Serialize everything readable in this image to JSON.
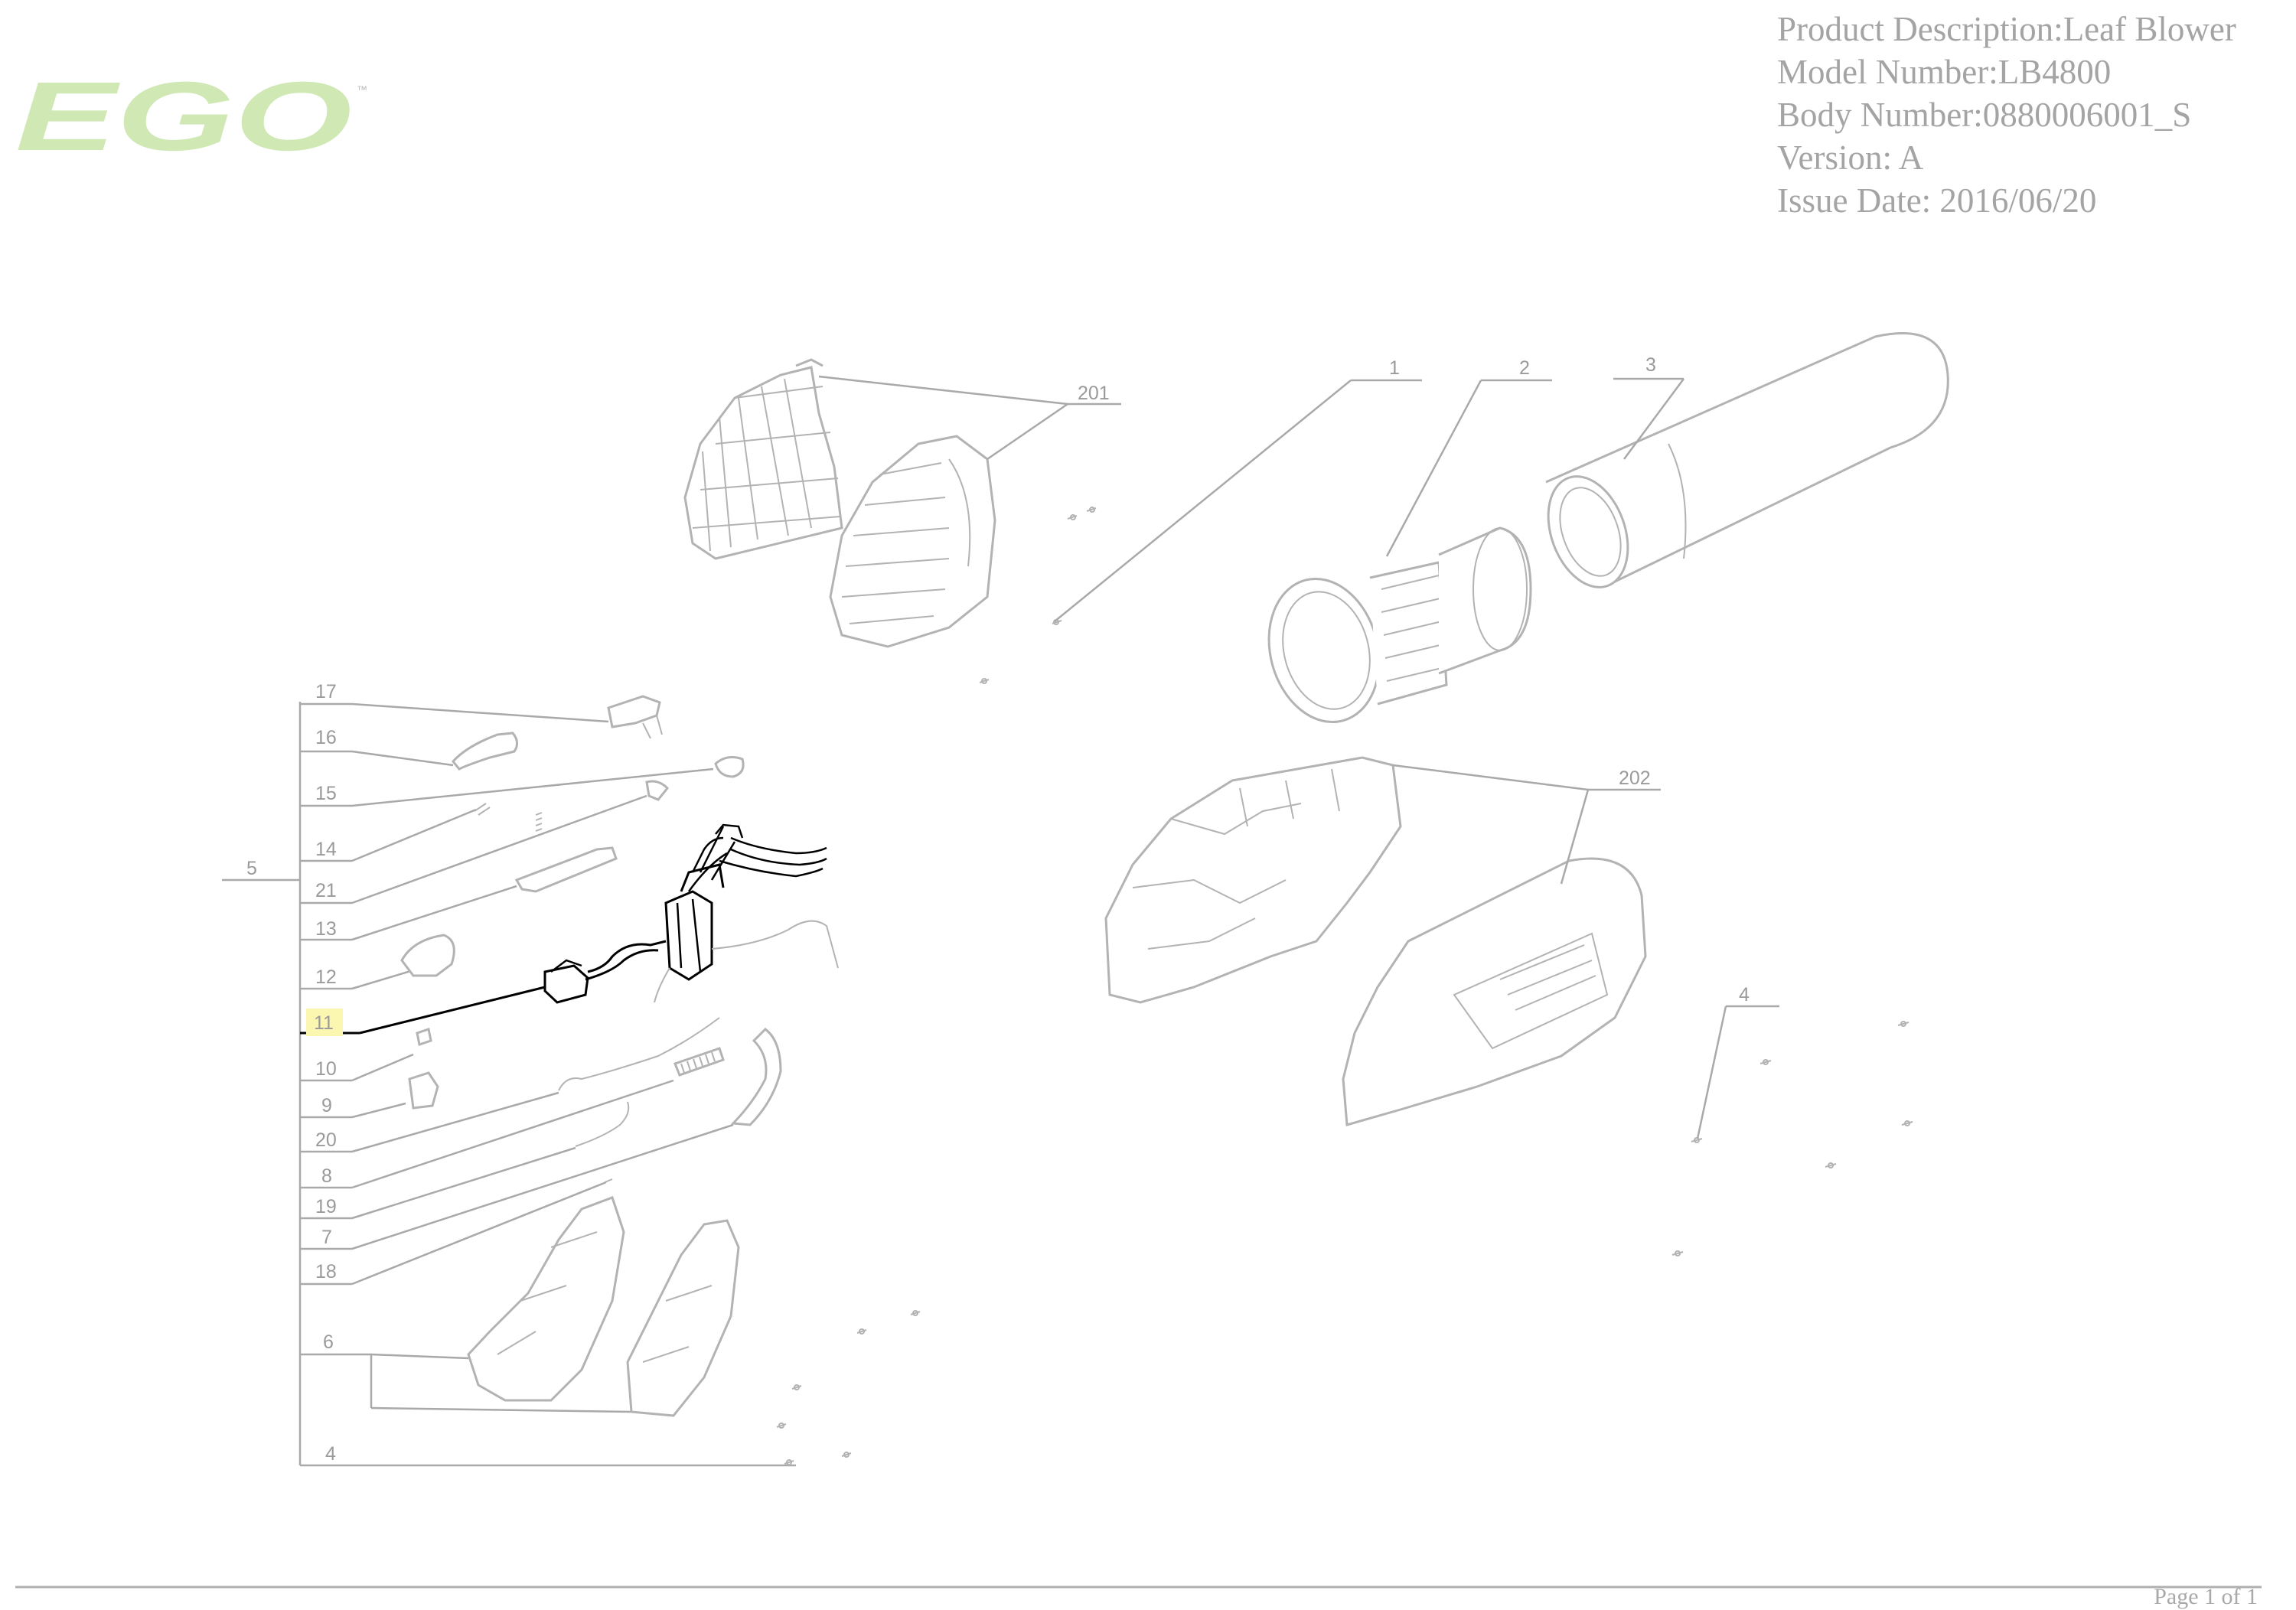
{
  "brand": {
    "logo_text": "EGO",
    "trademark": "™",
    "color": "#cfe8b4"
  },
  "header": {
    "product_description": "Product Description:Leaf Blower",
    "model_number": "Model Number:LB4800",
    "body_number": "Body Number:0880006001_S",
    "version": "Version: A",
    "issue_date": "Issue Date: 2016/06/20"
  },
  "callouts": {
    "c201": "201",
    "c1": "1",
    "c2": "2",
    "c3": "3",
    "c202": "202",
    "c4_right": "4",
    "c5": "5",
    "c17": "17",
    "c16": "16",
    "c15": "15",
    "c14": "14",
    "c21": "21",
    "c13": "13",
    "c12": "12",
    "c11": "11",
    "c10": "10",
    "c9": "9",
    "c20": "20",
    "c8": "8",
    "c19": "19",
    "c7": "7",
    "c18": "18",
    "c6": "6",
    "c4_left": "4"
  },
  "highlight": {
    "callout": "11",
    "color": "#fbf6b0"
  },
  "footer": {
    "page": "Page 1 of 1"
  }
}
